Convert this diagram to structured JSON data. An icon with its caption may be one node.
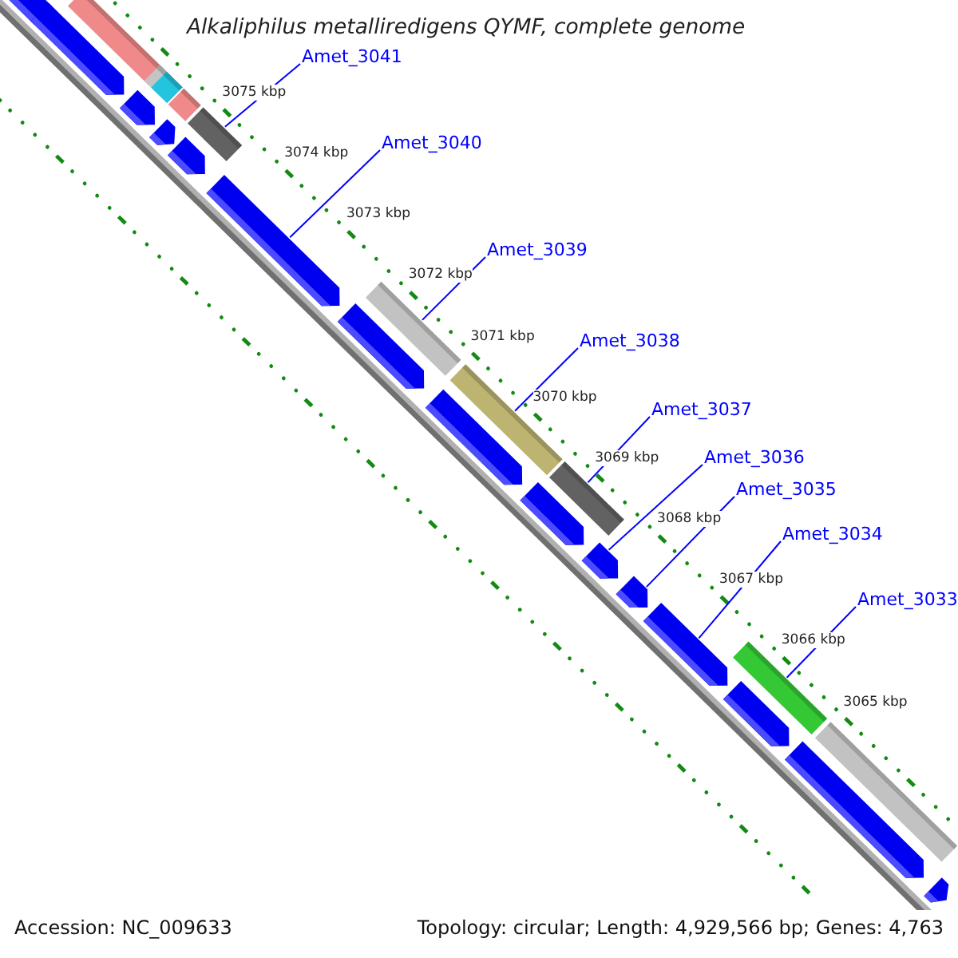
{
  "diagram": {
    "title": "Alkaliphilus metalliredigens QYMF, complete genome",
    "nodes": [
      {
        "text": [
          "Amet_3041"
        ]
      },
      {
        "text": [
          "Amet_3040"
        ]
      },
      {
        "text": [
          "Amet_3039"
        ]
      },
      {
        "text": [
          "Amet_3038"
        ]
      },
      {
        "text": [
          "Amet_3037"
        ]
      },
      {
        "text": [
          "Amet_3036"
        ]
      },
      {
        "text": [
          "Amet_3035"
        ]
      },
      {
        "text": [
          "Amet_3034"
        ]
      },
      {
        "text": [
          "Amet_3033"
        ]
      },
      {
        "text": [],
        "shape": "bar"
      },
      {
        "text": [],
        "shape": "bar"
      },
      {
        "text": [],
        "shape": "bar"
      },
      {
        "text": [],
        "shape": "bar"
      },
      {
        "text": [],
        "shape": "bar"
      },
      {
        "text": [],
        "shape": "bar"
      },
      {
        "text": [],
        "shape": "bar"
      },
      {
        "text": [],
        "shape": "bar"
      },
      {
        "text": [],
        "shape": "bar"
      },
      {
        "text": [],
        "shape": "bar"
      },
      {
        "text": [],
        "shape": "bar"
      },
      {
        "text": [],
        "shape": "bar"
      },
      {
        "text": [],
        "shape": "bar"
      },
      {
        "text": [],
        "shape": "bar"
      },
      {
        "text": [],
        "shape": "bar"
      }
    ],
    "edges": [
      {
        "from": 0,
        "to": 13,
        "arrow": "none"
      },
      {
        "from": 1,
        "to": 14,
        "arrow": "none"
      },
      {
        "from": 2,
        "to": 15,
        "arrow": "none"
      },
      {
        "from": 3,
        "to": 16,
        "arrow": "none"
      },
      {
        "from": 4,
        "to": 17,
        "arrow": "none"
      },
      {
        "from": 5,
        "to": 18,
        "arrow": "none"
      },
      {
        "from": 6,
        "to": 19,
        "arrow": "none"
      },
      {
        "from": 7,
        "to": 20,
        "arrow": "none"
      },
      {
        "from": 8,
        "to": 21,
        "arrow": "none"
      }
    ],
    "labels": [
      "3075 kbp",
      "3074 kbp",
      "3073 kbp",
      "3072 kbp",
      "3071 kbp",
      "3070 kbp",
      "3069 kbp",
      "3068 kbp",
      "3067 kbp",
      "3066 kbp",
      "3065 kbp",
      "Accession: NC_009633",
      "Topology: circular; Length: 4,929,566 bp; Genes: 4,763"
    ]
  }
}
